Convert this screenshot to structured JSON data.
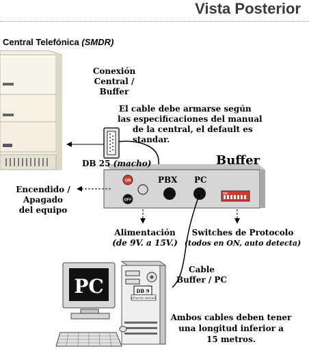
{
  "header": {
    "title": "Vista Posterior"
  },
  "central": {
    "label_prefix": "Central Telefónica",
    "label_suffix": "(SMDR)"
  },
  "conexion": {
    "line1": "Conexión",
    "line2": "Central / Buffer"
  },
  "cable_note": {
    "line1": "El cable debe armarse según",
    "line2": "las especificaciones del manual",
    "line3": "de la central, el default es standar."
  },
  "db25": {
    "label": "DB 25",
    "qualifier": "(macho)"
  },
  "buffer": {
    "title": "Buffer",
    "on_label": "ON",
    "off_label": "OFF",
    "port_pbx": "PBX",
    "port_pc": "PC",
    "dip_label": "ON"
  },
  "power": {
    "line1": "Encendido / Apagado",
    "line2": "del equipo"
  },
  "alimentacion": {
    "line1": "Alimentación",
    "line2": "(de 9V. a 15V.)"
  },
  "switches": {
    "line1": "Switches de Protocolo",
    "line2": "(todos en ON, auto detecta)"
  },
  "cable_pc": {
    "line1": "Cable",
    "line2": "Buffer / PC"
  },
  "computer": {
    "screen_label": "PC",
    "db9_label": "DB 9",
    "db9_sub": "(Puerto Serial)"
  },
  "note": {
    "line1": "Ambos cables deben tener",
    "line2": "una longitud inferior a",
    "line3": "15 metros."
  },
  "colors": {
    "buffer_body": "#d6d6d6",
    "on_button": "#d8382c",
    "port": "#111111",
    "dip": "#d8382c"
  }
}
